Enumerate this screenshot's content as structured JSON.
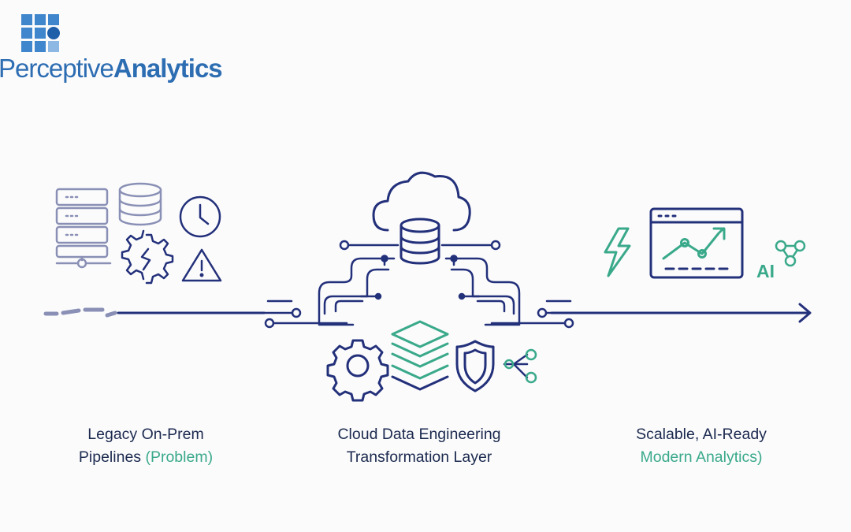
{
  "brand": {
    "logo_text_light": "Perceptive",
    "logo_text_bold": "Analytics",
    "logo_color": "#2d6db2"
  },
  "colors": {
    "line": "#23307a",
    "accent": "#3aa98a",
    "muted": "#8a90b5"
  },
  "captions": {
    "left": {
      "line1": "Legacy On-Prem",
      "line2_main": "Pipelines ",
      "line2_accent": "(Problem)"
    },
    "middle": {
      "line1": "Cloud Data Engineering",
      "line2": "Transformation Layer"
    },
    "right": {
      "line1": "Scalable, AI-Ready",
      "line2_accent": "Modern Analytics)"
    }
  },
  "ai_label": "AI",
  "icons": {
    "legacy": [
      "server-rack-icon",
      "database-icon",
      "clock-icon",
      "broken-gear-icon",
      "warning-icon"
    ],
    "cloud": [
      "cloud-icon",
      "database-icon",
      "gear-icon",
      "layers-icon",
      "shield-icon",
      "share-icon"
    ],
    "modern": [
      "lightning-icon",
      "dashboard-chart-icon",
      "network-icon"
    ]
  }
}
